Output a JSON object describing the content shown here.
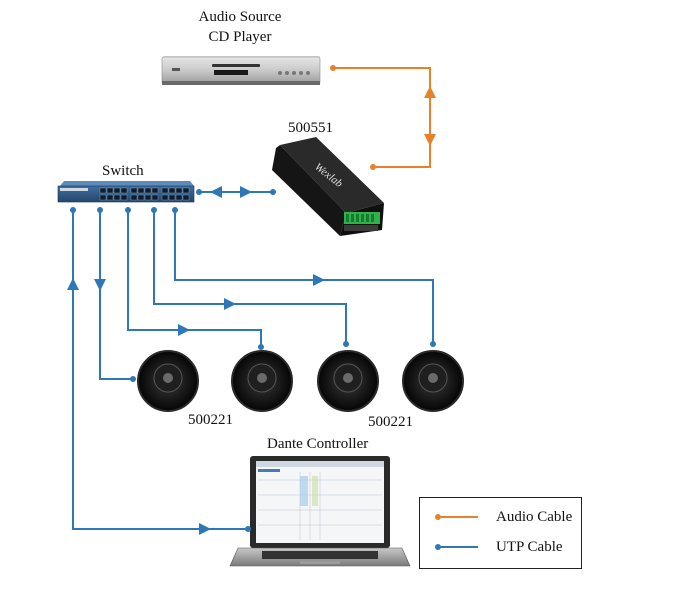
{
  "labels": {
    "audio_source": "Audio Source",
    "cd_player": "CD Player",
    "device_500551": "500551",
    "switch": "Switch",
    "speaker_model_left": "500221",
    "speaker_model_right": "500221",
    "dante_controller": "Dante Controller",
    "brand_logo_text": "Wexlab"
  },
  "legend": {
    "audio_cable": "Audio Cable",
    "utp_cable": "UTP Cable"
  },
  "colors": {
    "audio_cable": "#e8822a",
    "utp_cable": "#2f78b8"
  },
  "icons": [
    "cd-player-icon",
    "network-switch-icon",
    "dante-adapter-icon",
    "ceiling-speaker-icon",
    "laptop-icon"
  ]
}
